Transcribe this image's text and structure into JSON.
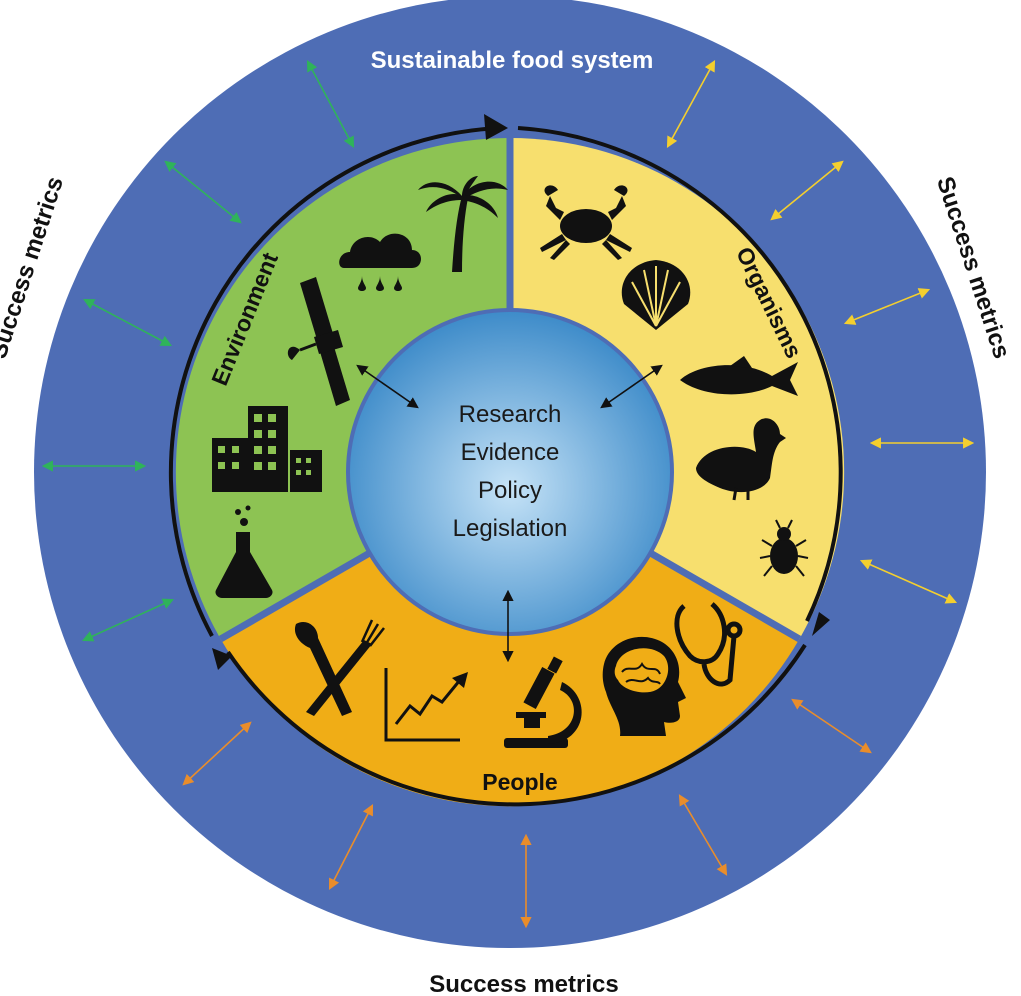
{
  "outer_ring": {
    "title": "Sustainable food system",
    "metric_label_left": "Success metrics",
    "metric_label_right": "Success metrics",
    "metric_label_bottom": "Success metrics"
  },
  "segments": {
    "environment": "Environment",
    "organisms": "Organisms",
    "people": "People"
  },
  "core": {
    "lines": [
      "Research",
      "Evidence",
      "Policy",
      "Legislation"
    ]
  },
  "icons": {
    "environment": [
      "palm-tree-icon",
      "rain-cloud-icon",
      "satellite-icon",
      "buildings-icon",
      "lab-flask-icon"
    ],
    "organisms": [
      "crab-icon",
      "shell-icon",
      "fish-icon",
      "duck-icon",
      "beetle-icon"
    ],
    "people": [
      "knife-fork-icon",
      "growth-chart-icon",
      "microscope-icon",
      "brain-head-icon",
      "stethoscope-icon"
    ]
  },
  "colors": {
    "outer_ring": "#4e6db5",
    "environment": "#8dc353",
    "organisms": "#f7df6e",
    "people": "#f0ad16",
    "core_light": "#c4e2f6",
    "core_dark": "#3d8dcb",
    "arrow_green": "#2fb35a",
    "arrow_yellow": "#f4cf2e",
    "arrow_orange": "#e98d2b",
    "icon": "#111111"
  }
}
